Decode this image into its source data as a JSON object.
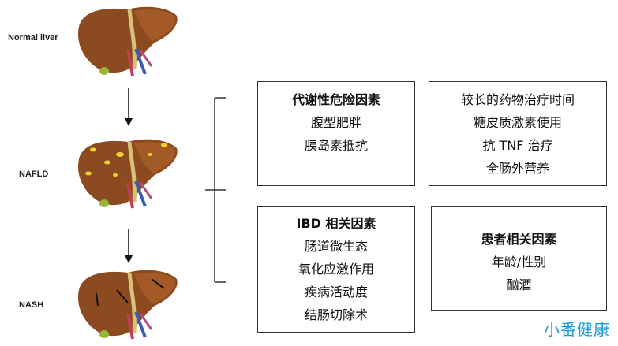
{
  "stages": [
    {
      "label": "Normal liver",
      "icon": "liver-normal-icon"
    },
    {
      "label": "NAFLD",
      "icon": "liver-nafld-icon"
    },
    {
      "label": "NASH",
      "icon": "liver-nash-icon"
    }
  ],
  "colors": {
    "liver": "#8b4a1f",
    "liver_light": "#a85a28",
    "fat": "#f2d22c",
    "box_border": "#333333",
    "watermark": "#1a9bd7"
  },
  "boxes": {
    "metabolic": {
      "title": "代谢性危险因素",
      "items": [
        "腹型肥胖",
        "胰岛素抵抗"
      ]
    },
    "drug": {
      "title": "",
      "items": [
        "较长的药物治疗时间",
        "糖皮质激素使用",
        "抗 TNF 治疗",
        "全肠外营养"
      ]
    },
    "ibd": {
      "title": "IBD 相关因素",
      "items": [
        "肠道微生态",
        "氧化应激作用",
        "疾病活动度",
        "结肠切除术"
      ]
    },
    "patient": {
      "title": "患者相关因素",
      "items": [
        "年龄/性别",
        "酗酒"
      ]
    }
  },
  "watermark": "小番健康"
}
